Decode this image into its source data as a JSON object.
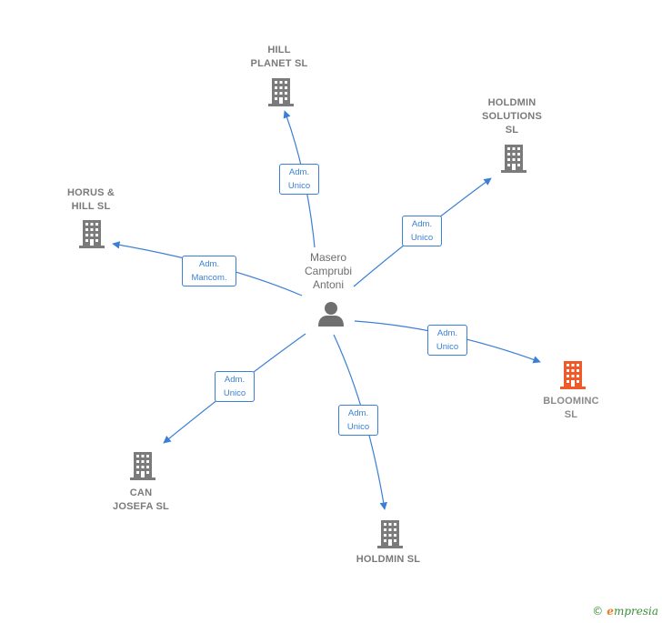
{
  "center": {
    "label": "Masero\nCamprubi\nAntoni"
  },
  "nodes": [
    {
      "id": "hill-planet",
      "label": "HILL\nPLANET  SL",
      "highlight": false
    },
    {
      "id": "holdmin-solutions",
      "label": "HOLDMIN\nSOLUTIONS\nSL",
      "highlight": false
    },
    {
      "id": "horus-hill",
      "label": "HORUS &\nHILL  SL",
      "highlight": false
    },
    {
      "id": "bloominc",
      "label": "BLOOMINC\nSL",
      "highlight": true
    },
    {
      "id": "can-josefa",
      "label": "CAN\nJOSEFA  SL",
      "highlight": false
    },
    {
      "id": "holdmin",
      "label": "HOLDMIN  SL",
      "highlight": false
    }
  ],
  "edges": [
    {
      "to": "hill-planet",
      "label": "Adm.\nUnico"
    },
    {
      "to": "holdmin-solutions",
      "label": "Adm.\nUnico"
    },
    {
      "to": "horus-hill",
      "label": "Adm.\nMancom."
    },
    {
      "to": "bloominc",
      "label": "Adm.\nUnico"
    },
    {
      "to": "can-josefa",
      "label": "Adm.\nUnico"
    },
    {
      "to": "holdmin",
      "label": "Adm.\nUnico"
    }
  ],
  "colors": {
    "edge": "#3a7fd5",
    "building": "#7b7b7b",
    "highlight": "#f05a28",
    "person": "#6f6f6f"
  },
  "footer": {
    "copyright": "©",
    "brand_first": "e",
    "brand_rest": "mpresia"
  }
}
